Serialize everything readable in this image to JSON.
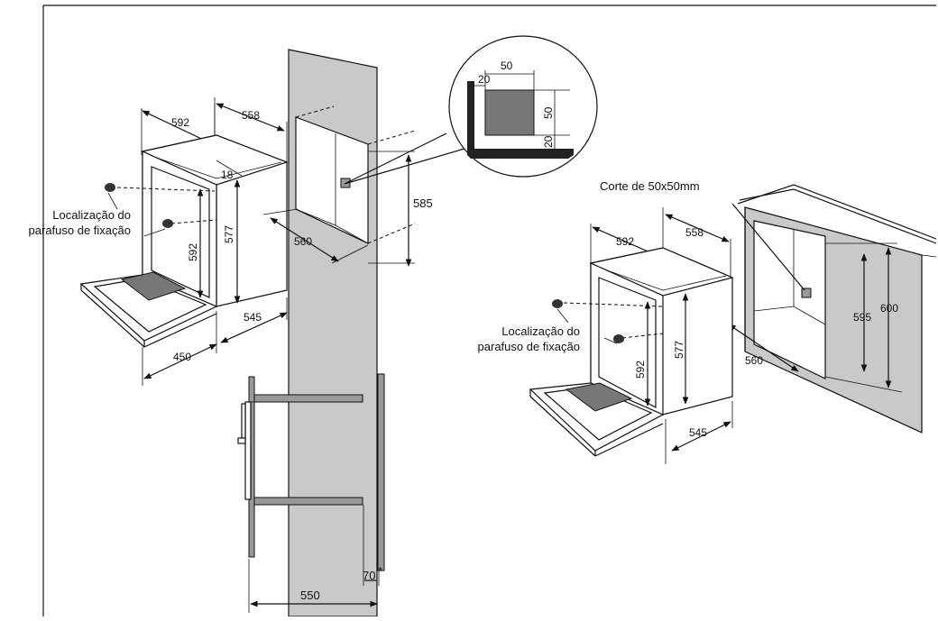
{
  "labels": {
    "screw_location_line1": "Localização do",
    "screw_location_line2": "parafuso de fixação",
    "cutout": "Corte de 50x50mm",
    "asterisk": "*"
  },
  "dimensions": {
    "left_oven_width": "592",
    "left_oven_depth": "558",
    "left_panel_thickness": "18",
    "left_oven_height": "577",
    "left_front_height": "592",
    "left_niche_depth": "545",
    "left_door_depth": "450",
    "niche_width": "560",
    "niche_height": "585",
    "detail_width": "50",
    "detail_height": "50",
    "detail_offset_left": "20",
    "detail_offset_bottom": "20",
    "section_gap": "70",
    "section_depth": "550",
    "right_oven_width": "592",
    "right_oven_depth": "558",
    "right_oven_height": "577",
    "right_front_height": "592",
    "right_niche_depth": "545",
    "right_niche_width": "560",
    "right_niche_height": "595",
    "right_cabinet_height": "600"
  }
}
